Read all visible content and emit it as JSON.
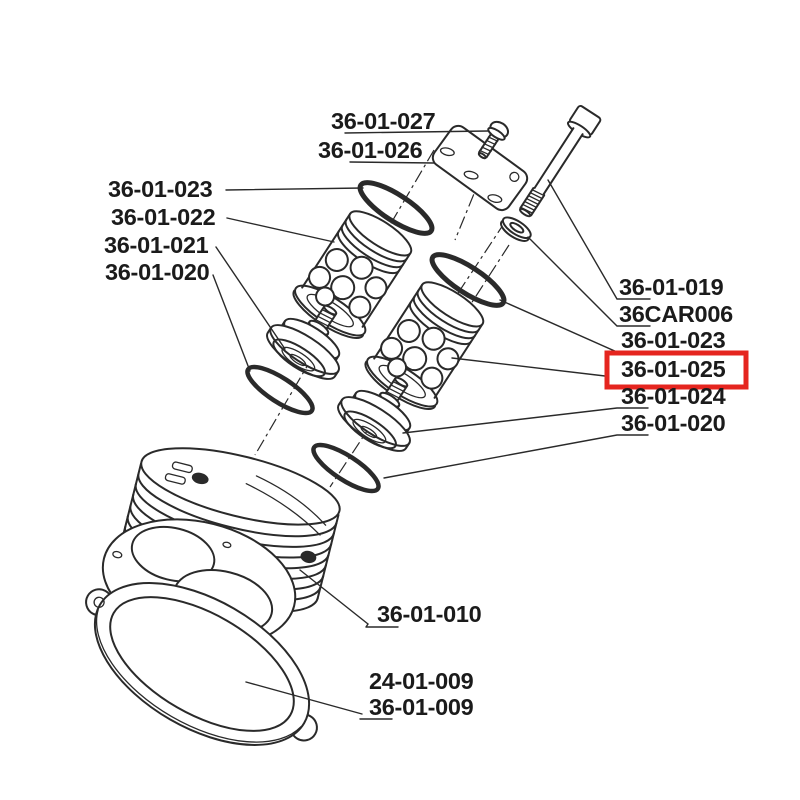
{
  "diagram": {
    "description": "Exploded parts diagram of a compressor cylinder head assembly",
    "background_color": "#ffffff",
    "line_color": "#2a2a2a",
    "text_color": "#1b1b1b",
    "highlight_color": "#e5251f",
    "highlighted_part": "36-01-025",
    "labels": {
      "screw_top": "36-01-027",
      "bracket": "36-01-026",
      "oring_top_left": "36-01-023",
      "filter_left": "36-01-022",
      "valve_left": "36-01-021",
      "oring_bottom_left": "36-01-020",
      "bolt": "36-01-019",
      "washer": "36CAR006",
      "oring_top_right": "36-01-023",
      "filter_right": "36-01-025",
      "valve_right": "36-01-024",
      "oring_bottom_right": "36-01-020",
      "cylinder_head": "36-01-010",
      "gasket_alt": "24-01-009",
      "gasket": "36-01-009"
    }
  }
}
